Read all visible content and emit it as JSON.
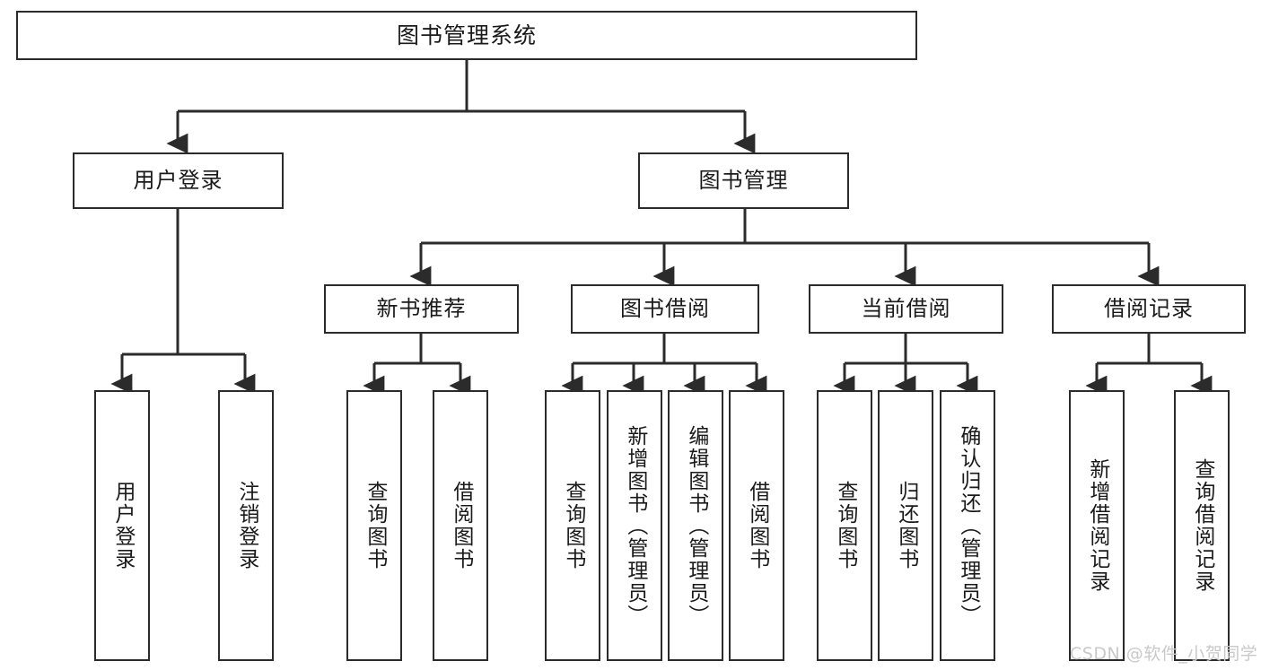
{
  "diagram": {
    "type": "tree",
    "title": "图书管理系统",
    "colors": {
      "stroke": "#2b2b2b",
      "fill": "#ffffff",
      "text": "#1a1a1a",
      "watermark": "#c9c9c9"
    },
    "root": {
      "label": "图书管理系统"
    },
    "level1": [
      {
        "label": "用户登录"
      },
      {
        "label": "图书管理"
      }
    ],
    "level2": [
      {
        "label": "新书推荐"
      },
      {
        "label": "图书借阅"
      },
      {
        "label": "当前借阅"
      },
      {
        "label": "借阅记录"
      }
    ],
    "leaves": {
      "user_login": [
        {
          "label": "用户登录"
        },
        {
          "label": "注销登录"
        }
      ],
      "new_book_recommend": [
        {
          "label": "查询图书"
        },
        {
          "label": "借阅图书"
        }
      ],
      "book_borrow": [
        {
          "label": "查询图书"
        },
        {
          "label": "新增图书（管理员）"
        },
        {
          "label": "编辑图书（管理员）"
        },
        {
          "label": "借阅图书"
        }
      ],
      "current_borrow": [
        {
          "label": "查询图书"
        },
        {
          "label": "归还图书"
        },
        {
          "label": "确认归还（管理员）"
        }
      ],
      "borrow_record": [
        {
          "label": "新增借阅记录"
        },
        {
          "label": "查询借阅记录"
        }
      ]
    },
    "watermark": "CSDN @软件_小贺同学"
  }
}
